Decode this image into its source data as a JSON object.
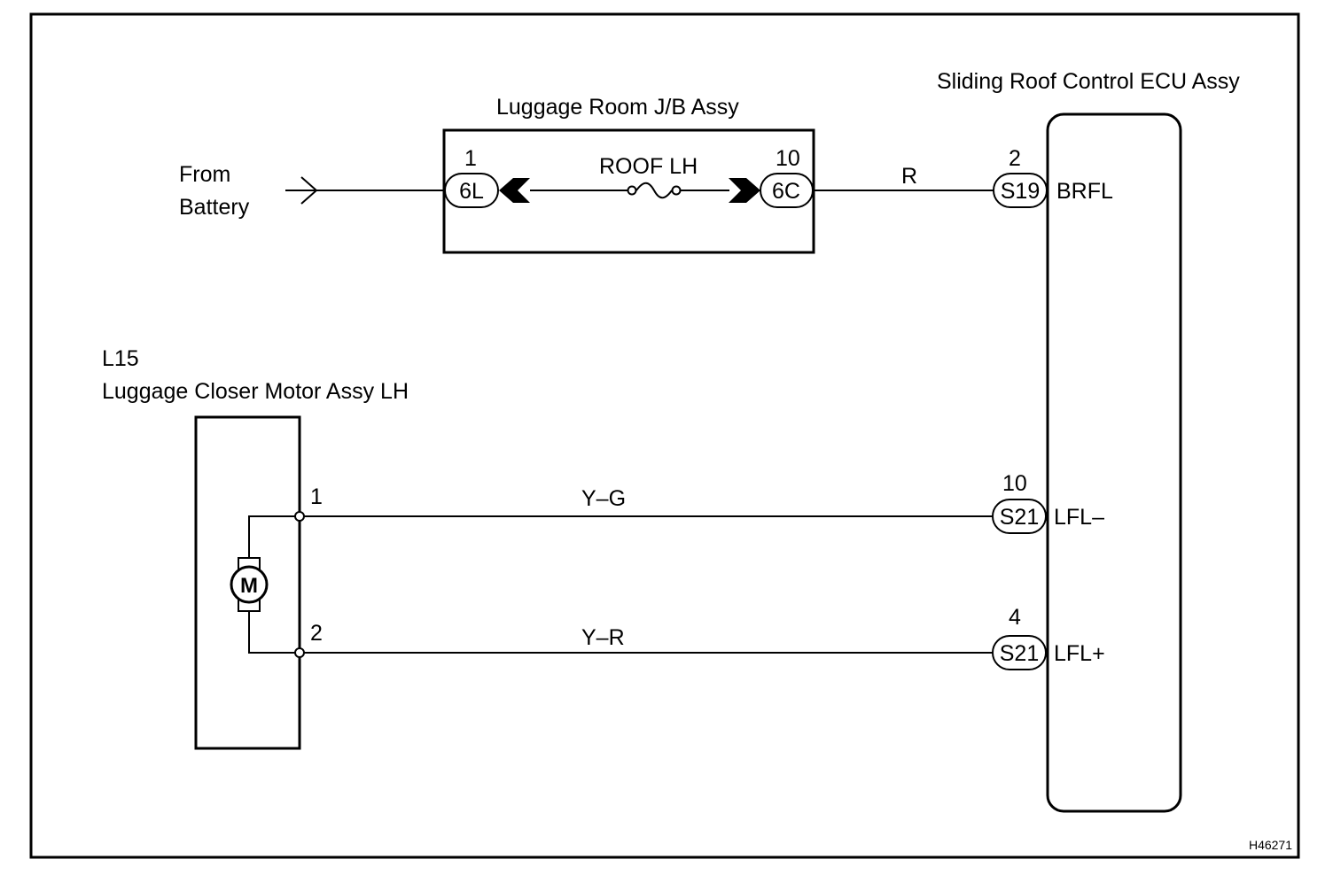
{
  "from_battery": {
    "line1": "From",
    "line2": "Battery"
  },
  "junction_block": {
    "title": "Luggage Room J/B Assy",
    "fuse": "ROOF LH",
    "left_connector": {
      "pin": "1",
      "code": "6L"
    },
    "right_connector": {
      "pin": "10",
      "code": "6C"
    }
  },
  "ecu": {
    "title": "Sliding Roof Control ECU Assy",
    "terminals": [
      {
        "pin": "2",
        "connector": "S19",
        "name": "BRFL"
      },
      {
        "pin": "10",
        "connector": "S21",
        "name": "LFL–"
      },
      {
        "pin": "4",
        "connector": "S21",
        "name": "LFL+"
      }
    ]
  },
  "motor": {
    "code": "L15",
    "title": "Luggage Closer Motor Assy LH",
    "symbol": "M",
    "pins": [
      "1",
      "2"
    ]
  },
  "wires": {
    "power": "R",
    "lfl_minus": "Y–G",
    "lfl_plus": "Y–R"
  },
  "figure_id": "H46271"
}
